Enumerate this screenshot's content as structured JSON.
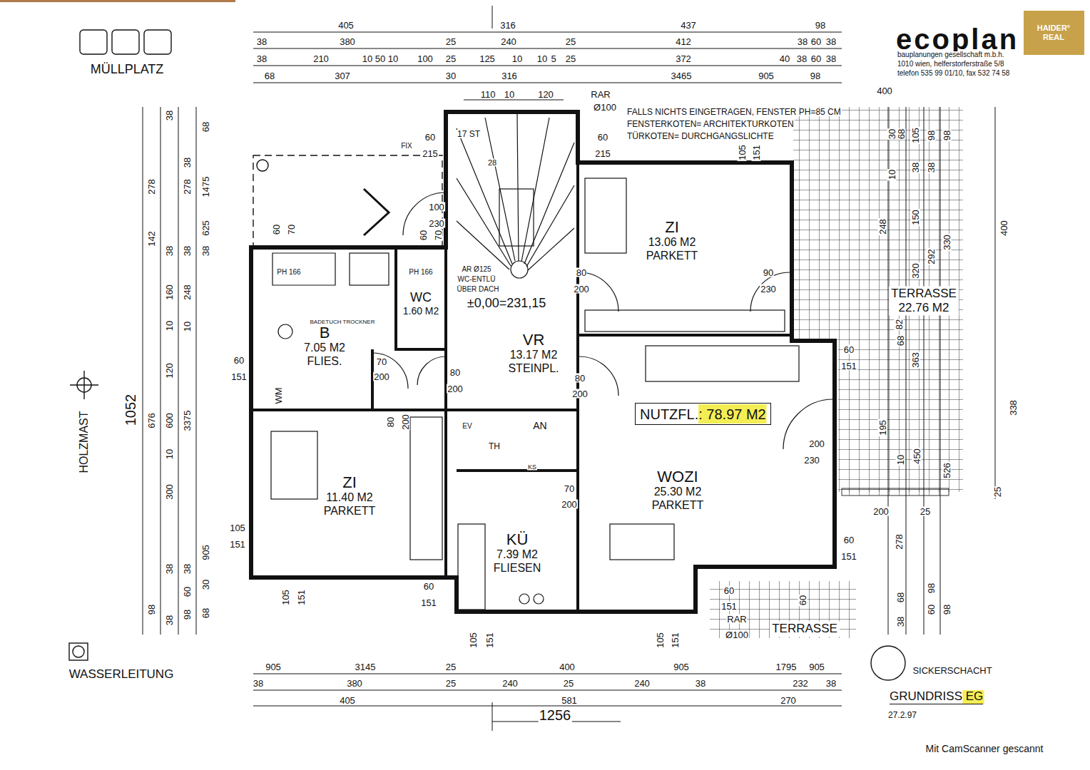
{
  "diagram": {
    "title": "GRUNDRISS EG",
    "nodes": [
      {
        "text": [
          "HAIDER° REAL"
        ]
      },
      {
        "text": [
          "ZI",
          "13.06 M2",
          "PARKETT"
        ]
      },
      {
        "text": [
          "B",
          "7.05 M2",
          "FLIES."
        ]
      },
      {
        "text": [
          "WC",
          "1.60 M2"
        ]
      },
      {
        "text": [
          "VR",
          "13.17 M2",
          "STEINPL."
        ]
      },
      {
        "text": [
          "ZI",
          "11.40 M2",
          "PARKETT"
        ]
      },
      {
        "text": [
          "KÜ",
          "7.39 M2",
          "FLIESEN"
        ]
      },
      {
        "text": [
          "WOZI",
          "25.30 M2",
          "PARKETT"
        ]
      },
      {
        "text": [
          "NUTZFL.: 78.97 M2"
        ],
        "in": 7
      },
      {
        "text": [
          "TERRASSE",
          "22.76 M2"
        ]
      },
      {
        "text": [
          "TERRASSE"
        ]
      }
    ],
    "labels": [
      "405",
      "316",
      "437",
      "98",
      "38",
      "380",
      "25",
      "240",
      "25",
      "412",
      "38",
      "60",
      "38",
      "38",
      "210",
      "10",
      "50",
      "10",
      "100",
      "25",
      "125",
      "10",
      "10",
      "5",
      "25",
      "372",
      "40",
      "38",
      "60",
      "38",
      "68",
      "307",
      "30",
      "316",
      "3465",
      "905",
      "98",
      "110",
      "10",
      "120",
      "RAR",
      "Ø100",
      "FALLS NICHTS EINGETRAGEN, FENSTER PH=85 CM",
      "FENSTERKOTEN= ARCHITEKTURKOTEN",
      "TÜRKOTEN= DURCHGANGSLICHTE",
      "ecoplan",
      "bauplanungen gesellschaft m.b.h.",
      "1010 wien, helferstorferstraße 5/8",
      "telefon 535 99 01/10, fax 532 74 58",
      "400",
      "FIX",
      "60",
      "215",
      "17 ST",
      "28",
      "60",
      "215",
      "105",
      "151",
      "100",
      "230",
      "60",
      "70",
      "60",
      "70",
      "MÜLLPLATZ",
      "PH 166",
      "PH 166",
      "AR Ø125",
      "WC-ENTLÜ",
      "ÜBER DACH",
      "±0,00=231,15",
      "BADETUCH TROCKNER",
      "80",
      "200",
      "90",
      "230",
      "70",
      "200",
      "80",
      "200",
      "80",
      "200",
      "60",
      "151",
      "WM",
      "60",
      "151",
      "80",
      "200",
      "EV",
      "AN",
      "TH",
      "KS",
      "70",
      "200",
      "200",
      "230",
      "105",
      "151",
      "60",
      "151",
      "105",
      "151",
      "60",
      "151",
      "60",
      "151",
      "RAR",
      "Ø100",
      "60",
      "105",
      "151",
      "105",
      "151",
      "905",
      "3145",
      "25",
      "400",
      "905",
      "1795",
      "905",
      "38",
      "380",
      "25",
      "240",
      "25",
      "240",
      "38",
      "232",
      "38",
      "405",
      "581",
      "270",
      "1256",
      "SICKERSCHACHT",
      "27.2.97",
      "WASSERLEITUNG",
      "HOLZMAST",
      "1052",
      "278",
      "142",
      "676",
      "98",
      "38",
      "38",
      "160",
      "10",
      "120",
      "600",
      "10",
      "300",
      "38",
      "38",
      "38",
      "278",
      "38",
      "248",
      "10",
      "3375",
      "38",
      "60",
      "98",
      "68",
      "1475",
      "625",
      "38",
      "905",
      "30",
      "68",
      "30",
      "68",
      "10",
      "248",
      "82",
      "68",
      "195",
      "10",
      "278",
      "68",
      "38",
      "105",
      "38",
      "150",
      "320",
      "98",
      "38",
      "292",
      "363",
      "450",
      "98",
      "60",
      "98",
      "330",
      "526",
      "98",
      "400",
      "338",
      "25",
      "200",
      "25",
      "Mit CamScanner gescannt"
    ]
  }
}
